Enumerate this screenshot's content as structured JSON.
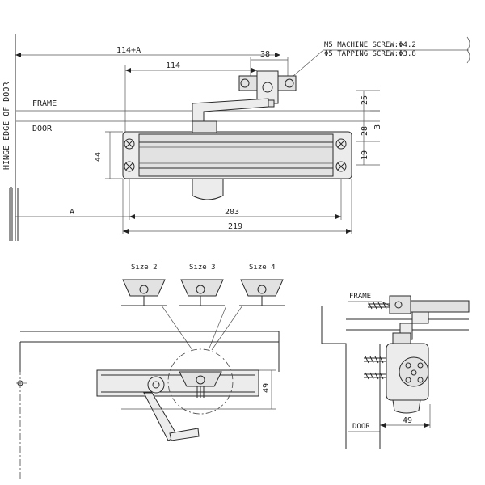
{
  "labels": {
    "hinge_edge": "HINGE EDGE OF DOOR",
    "frame": "FRAME",
    "door": "DOOR",
    "machine_screw": "M5 MACHINE SCREW:Φ4.2",
    "tapping_screw": "Φ5 TAPPING SCREW:Φ3.8",
    "a": "A",
    "size2": "Size 2",
    "size3": "Size 3",
    "size4": "Size 4",
    "frame_side": "FRAME",
    "door_side": "DOOR"
  },
  "dimensions": {
    "d114a": "114+A",
    "d114": "114",
    "d38": "38",
    "d25": "25",
    "d3": "3",
    "d28": "28",
    "d19": "19",
    "d44": "44",
    "d203": "203",
    "d219": "219",
    "d49_front": "49",
    "d49_side": "49"
  }
}
